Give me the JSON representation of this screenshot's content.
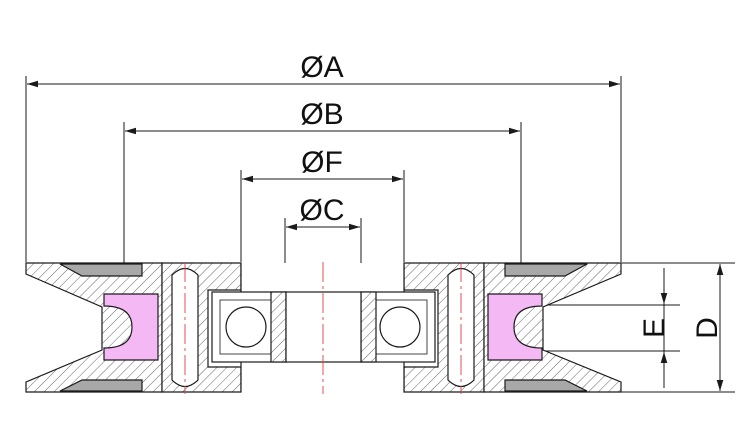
{
  "drawing": {
    "dims": {
      "A": "ØA",
      "B": "ØB",
      "F": "ØF",
      "C": "ØC",
      "E": "E",
      "D": "D"
    },
    "colors": {
      "line": "#1a1a1a",
      "hatch": "#555555",
      "insert": "#f4b8f4",
      "center": "#e04040",
      "shade": "#a8a8a8",
      "body": "#ffffff"
    }
  }
}
